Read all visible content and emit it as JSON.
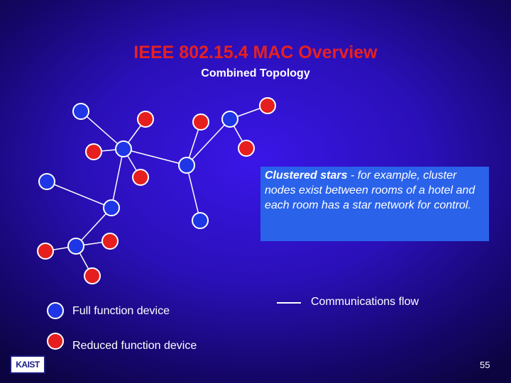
{
  "slide": {
    "title": "IEEE 802.15.4 MAC Overview",
    "subtitle": "Combined Topology",
    "callout": {
      "bold": "Clustered stars",
      "text": " - for example, cluster nodes exist between rooms of a hotel and each room has a star network for control."
    },
    "legend": {
      "flow_label": "Communications flow",
      "full_label": "Full function device",
      "reduced_label": "Reduced function device"
    },
    "logo_text": "KAIST",
    "page_number": "55"
  },
  "colors": {
    "full_function": "#1e36e6",
    "reduced_function": "#e61e1e",
    "title": "#e82020",
    "callout_bg": "#2a62ea"
  }
}
